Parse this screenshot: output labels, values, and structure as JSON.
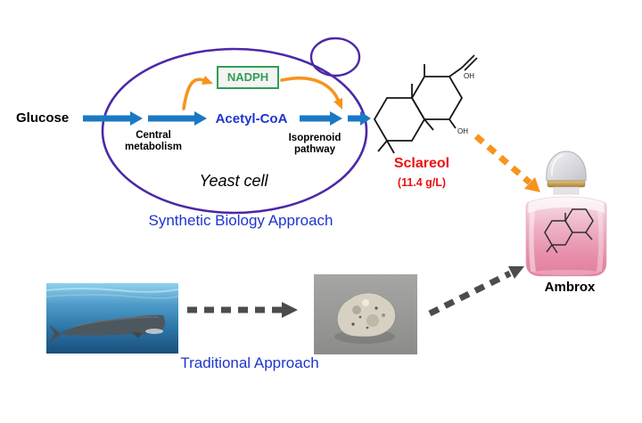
{
  "synthetic": {
    "approach_label": "Synthetic Biology Approach",
    "glucose": "Glucose",
    "central_metabolism": {
      "line1": "Central",
      "line2": "metabolism"
    },
    "acetyl_coa": "Acetyl-CoA",
    "nadph": "NADPH",
    "isoprenoid_pathway": {
      "line1": "Isoprenoid",
      "line2": "pathway"
    },
    "yeast_cell": "Yeast cell",
    "product": {
      "name": "Sclareol",
      "titer": "(11.4 g/L)"
    },
    "structure_labels": {
      "hydroxyl": "OH"
    }
  },
  "traditional": {
    "approach_label": "Traditional Approach"
  },
  "final_product": {
    "name": "Ambrox"
  },
  "images": {
    "whale_photo": "sperm-whale-in-ocean",
    "ambergris_photo": "ambergris-lump",
    "perfume_bottle": "perfume-bottle-with-ambrox-structure"
  },
  "colors": {
    "label_blue": "#1d35d0",
    "arrow_blue": "#1b79c4",
    "orange": "#f7941d",
    "cell_purple": "#4c28a8",
    "nadph_green": "#2f9e57",
    "sclareol_red": "#ed1111",
    "gray_arrow": "#4c4c4c"
  }
}
